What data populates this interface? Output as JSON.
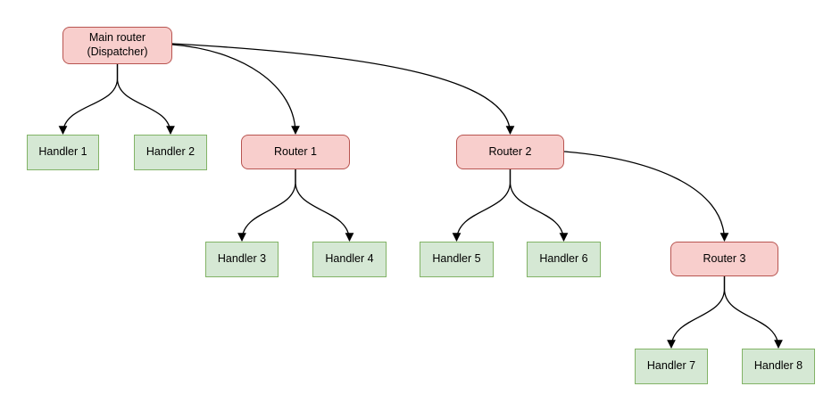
{
  "diagram": {
    "background_color": "#ffffff",
    "edge_color": "#000000",
    "styles": {
      "router": {
        "fill": "#f8cecc",
        "border": "#b85450",
        "shape": "rounded-rectangle"
      },
      "handler": {
        "fill": "#d5e8d4",
        "border": "#82b366",
        "shape": "rectangle"
      }
    },
    "nodes": [
      {
        "id": "main",
        "type": "router",
        "label": "Main router\n(Dispatcher)"
      },
      {
        "id": "handler1",
        "type": "handler",
        "label": "Handler 1"
      },
      {
        "id": "handler2",
        "type": "handler",
        "label": "Handler 2"
      },
      {
        "id": "router1",
        "type": "router",
        "label": "Router 1"
      },
      {
        "id": "router2",
        "type": "router",
        "label": "Router 2"
      },
      {
        "id": "handler3",
        "type": "handler",
        "label": "Handler 3"
      },
      {
        "id": "handler4",
        "type": "handler",
        "label": "Handler 4"
      },
      {
        "id": "handler5",
        "type": "handler",
        "label": "Handler 5"
      },
      {
        "id": "handler6",
        "type": "handler",
        "label": "Handler 6"
      },
      {
        "id": "router3",
        "type": "router",
        "label": "Router 3"
      },
      {
        "id": "handler7",
        "type": "handler",
        "label": "Handler 7"
      },
      {
        "id": "handler8",
        "type": "handler",
        "label": "Handler 8"
      }
    ],
    "edges": [
      {
        "from": "main",
        "to": "handler1"
      },
      {
        "from": "main",
        "to": "handler2"
      },
      {
        "from": "main",
        "to": "router1"
      },
      {
        "from": "main",
        "to": "router2"
      },
      {
        "from": "router1",
        "to": "handler3"
      },
      {
        "from": "router1",
        "to": "handler4"
      },
      {
        "from": "router2",
        "to": "handler5"
      },
      {
        "from": "router2",
        "to": "handler6"
      },
      {
        "from": "router2",
        "to": "router3"
      },
      {
        "from": "router3",
        "to": "handler7"
      },
      {
        "from": "router3",
        "to": "handler8"
      }
    ]
  }
}
